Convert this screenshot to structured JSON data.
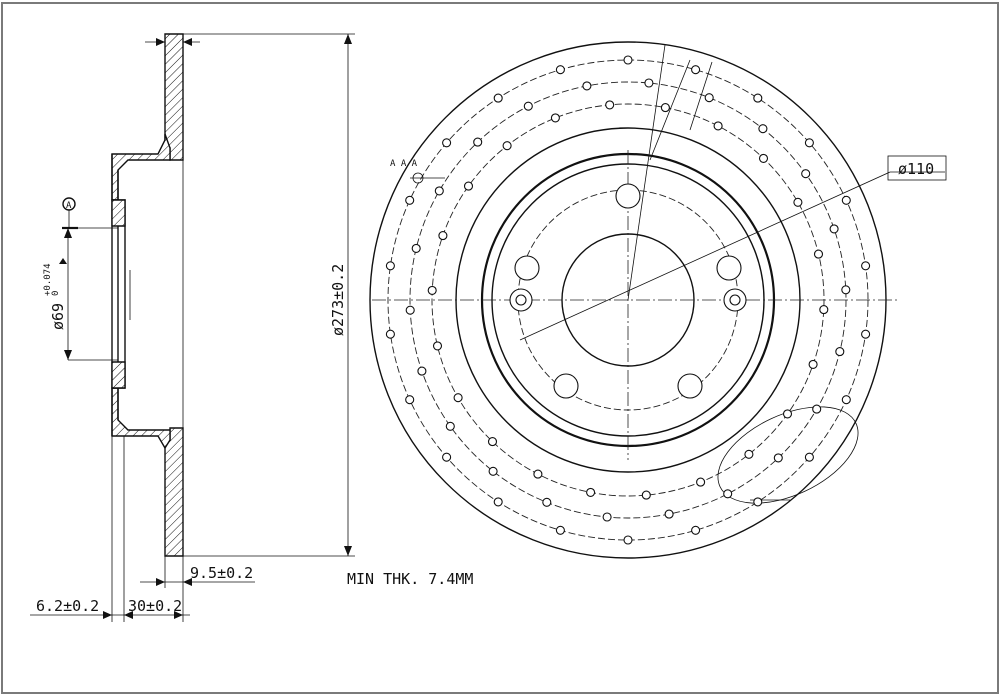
{
  "labels": {
    "diameter_outer": "ø273±0.2",
    "diameter_hub": "ø69",
    "hub_tolerance_upper": "+0.074",
    "hub_tolerance_lower": "0",
    "datum": "A",
    "thickness": "9.5±0.2",
    "hat_height": "30±0.2",
    "hat_offset": "6.2±0.2",
    "min_thickness": "MIN THK. 7.4MM",
    "bolt_circle": "ø110",
    "section_marks": "A A A"
  }
}
